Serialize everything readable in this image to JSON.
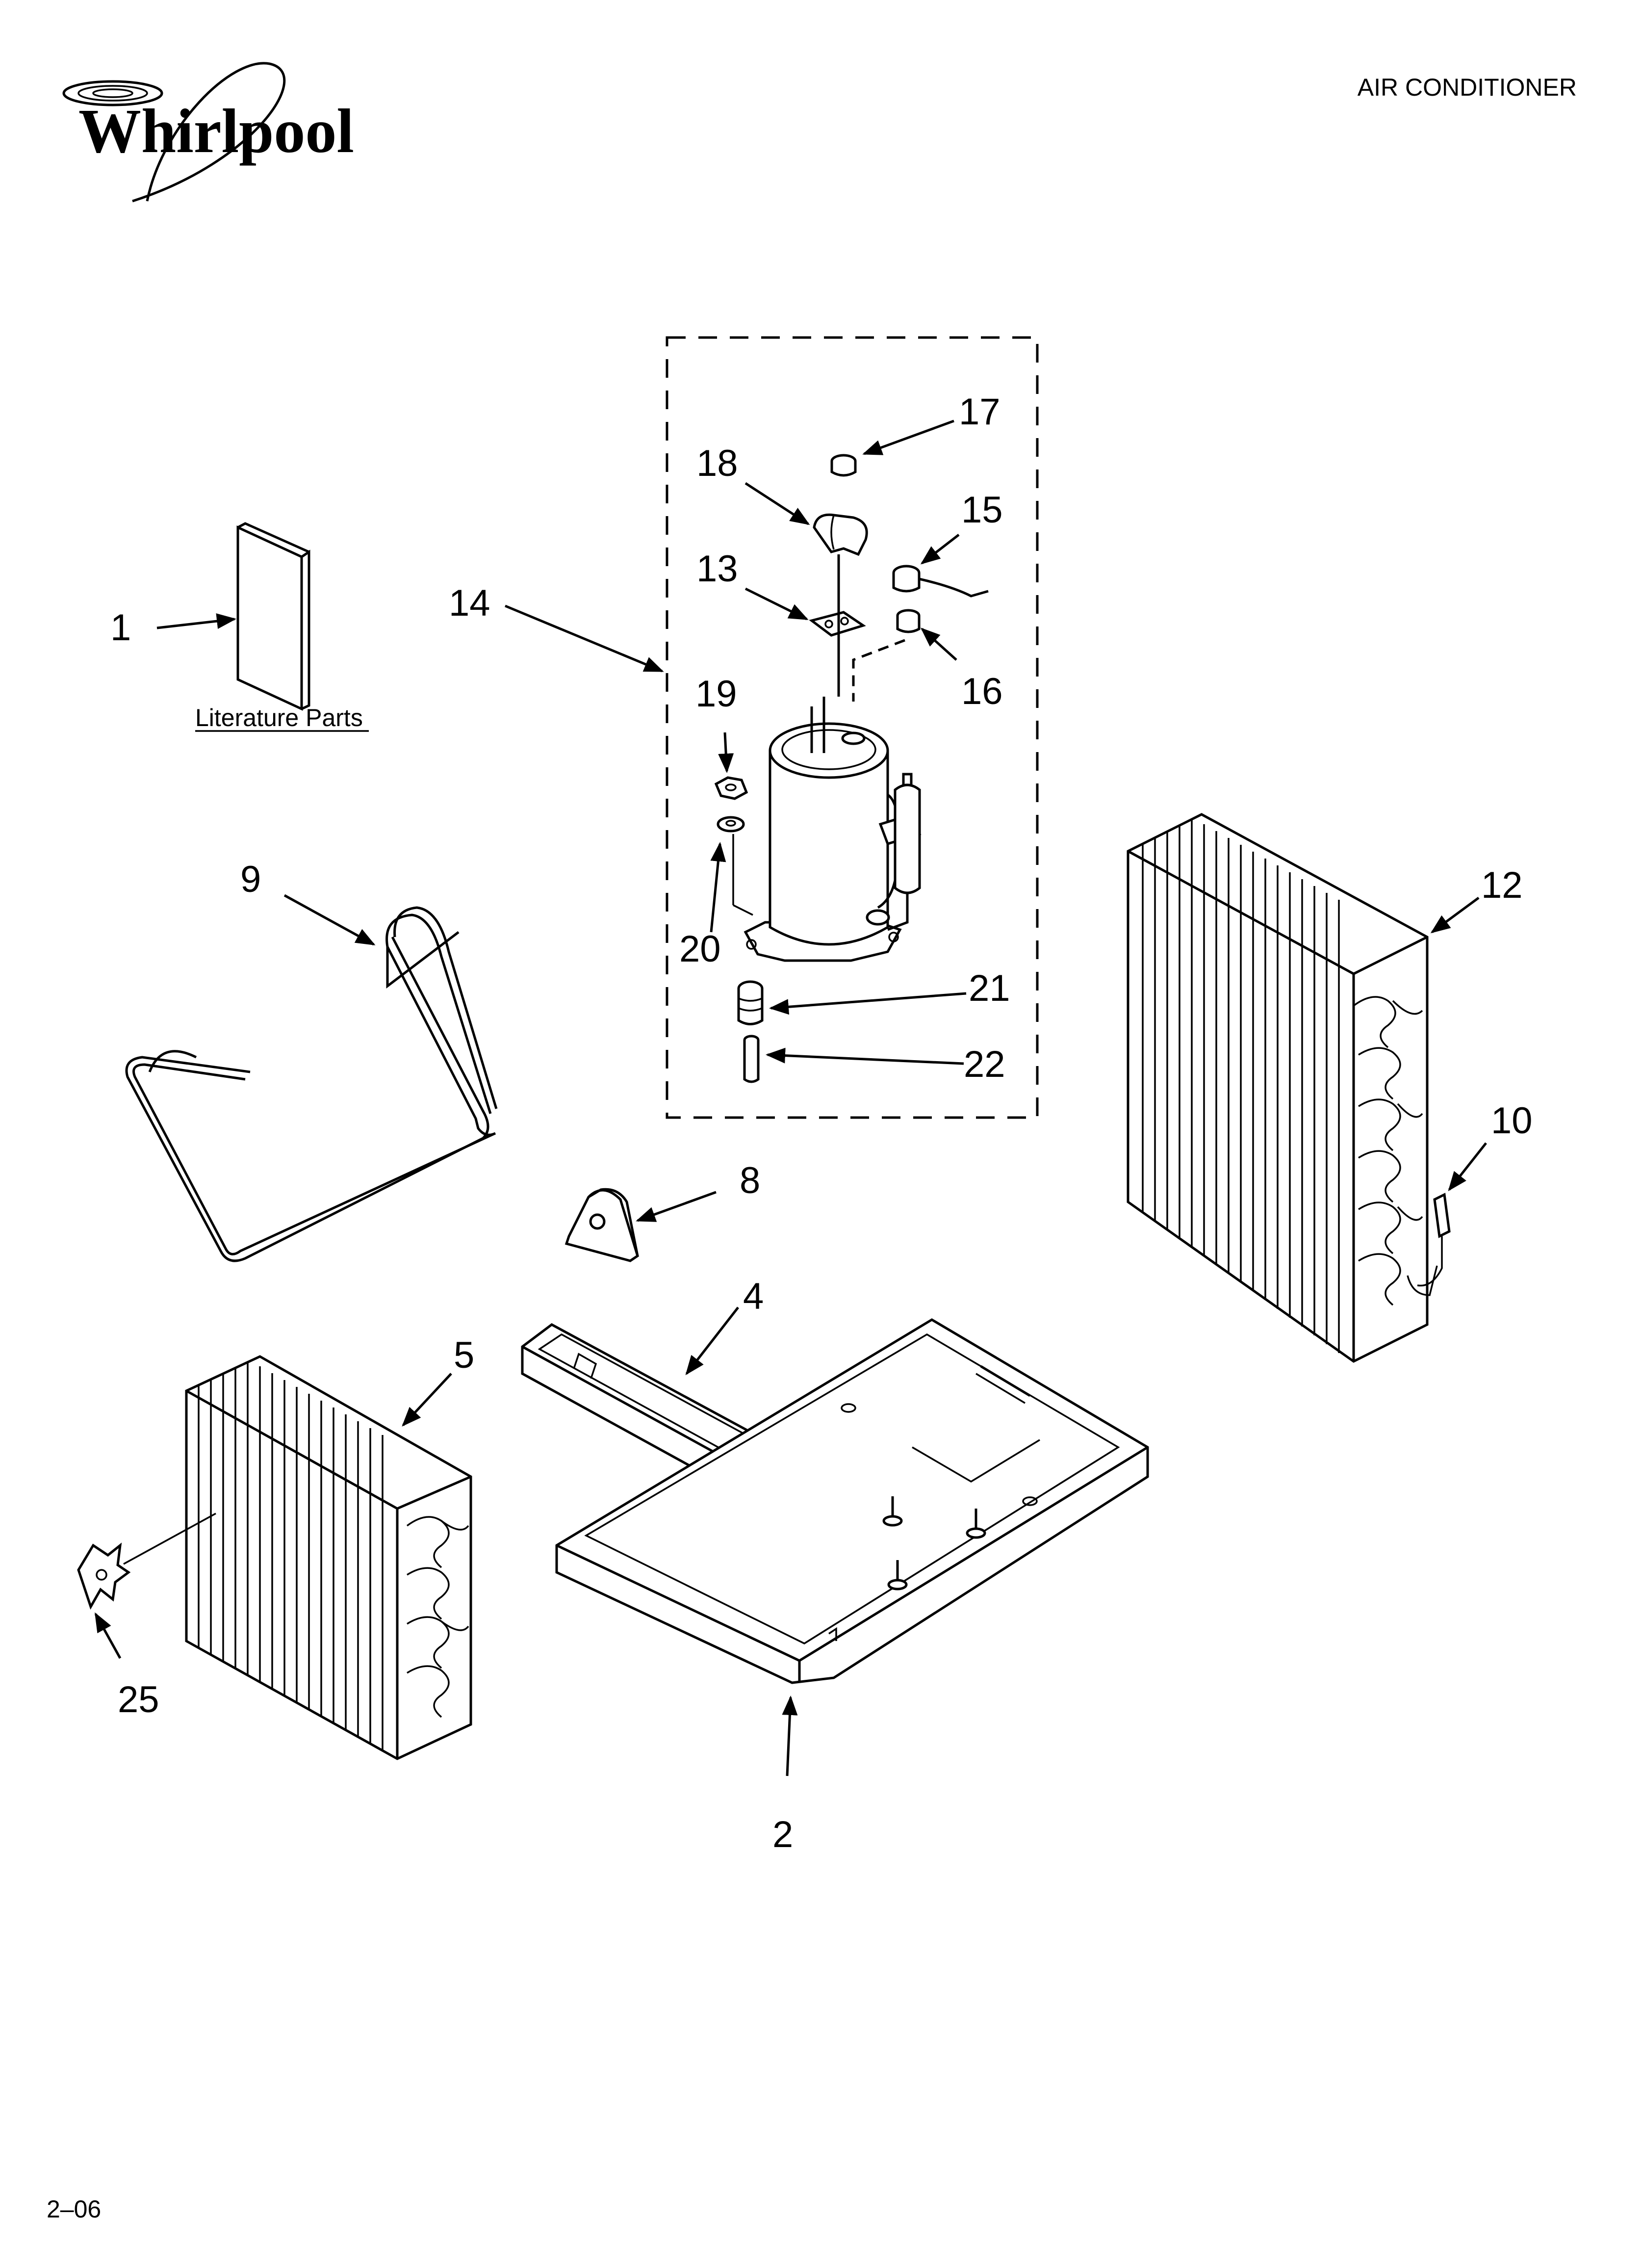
{
  "header": {
    "brand": "Whirlpool",
    "title": "AIR CONDITIONER",
    "footer_code": "2–06"
  },
  "literature_label": "Literature Parts",
  "callouts": {
    "c1": "1",
    "c2": "2",
    "c4": "4",
    "c5": "5",
    "c8": "8",
    "c9": "9",
    "c10": "10",
    "c12": "12",
    "c13": "13",
    "c14": "14",
    "c15": "15",
    "c16": "16",
    "c17": "17",
    "c18": "18",
    "c19": "19",
    "c20": "20",
    "c21": "21",
    "c22": "22",
    "c25": "25"
  }
}
